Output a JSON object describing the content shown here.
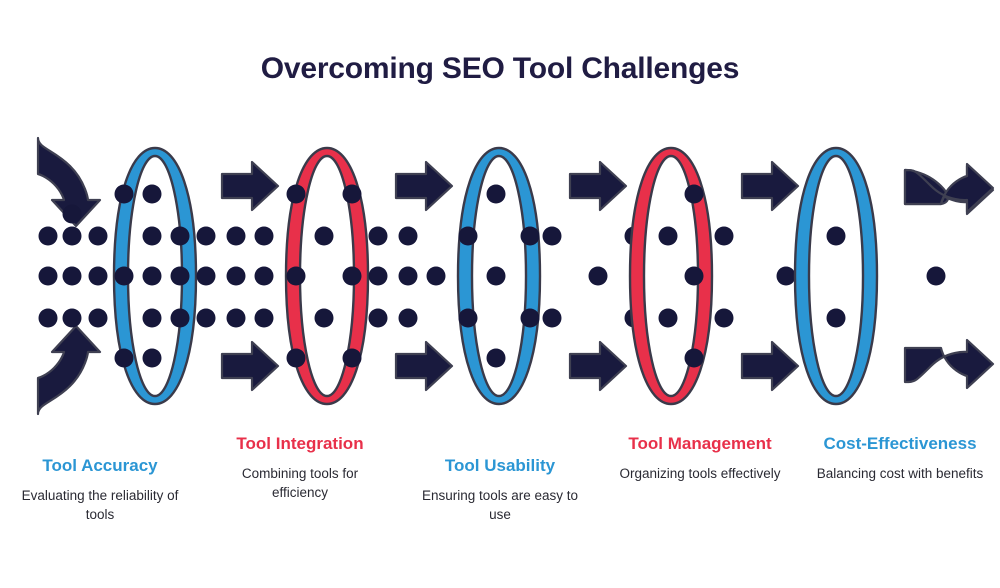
{
  "title": "Overcoming SEO Tool Challenges",
  "colors": {
    "blue": "#2b96d4",
    "red": "#e8304a",
    "navy": "#191a3e",
    "dot": "#16173a",
    "outline": "#3a3a4a",
    "background": "#ffffff",
    "title_text": "#201c43",
    "desc_text": "#2a2a33"
  },
  "stages": [
    {
      "label": "Tool Accuracy",
      "description": "Evaluating the reliability of tools",
      "ring_color": "blue",
      "label_color": "#2b96d4"
    },
    {
      "label": "Tool Integration",
      "description": "Combining tools for efficiency",
      "ring_color": "red",
      "label_color": "#e8304a"
    },
    {
      "label": "Tool Usability",
      "description": "Ensuring tools are easy to use",
      "ring_color": "blue",
      "label_color": "#2b96d4"
    },
    {
      "label": "Tool Management",
      "description": "Organizing tools effectively",
      "ring_color": "red",
      "label_color": "#e8304a"
    },
    {
      "label": "Cost-Effectiveness",
      "description": "Balancing cost with benefits",
      "ring_color": "blue",
      "label_color": "#2b96d4"
    }
  ],
  "diagram": {
    "type": "filter-funnel",
    "ring_count": 5,
    "connector_arrow_count": 4,
    "inlet_arrow_count": 2,
    "outlet_arrow_count": 2,
    "description": "Dark navy dots flow left to right through five elliptical ring filters, progressively reducing in number."
  }
}
